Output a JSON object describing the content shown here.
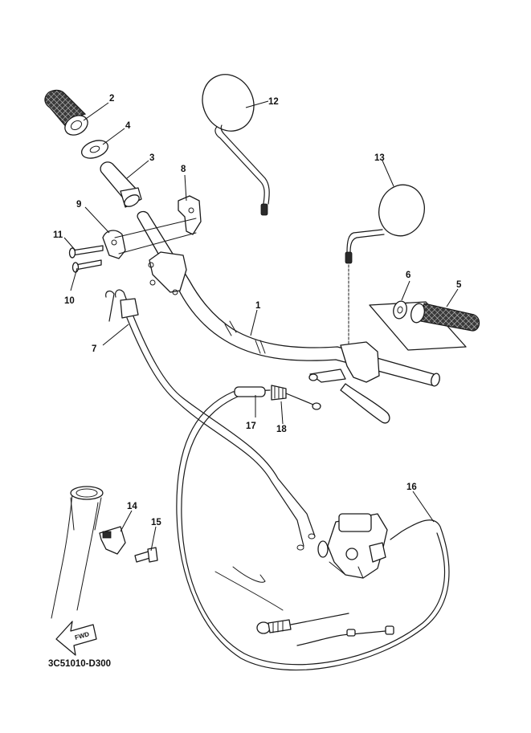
{
  "diagram": {
    "code": "3C51010-D300",
    "fwd_badge": "FWD",
    "callouts": [
      {
        "id": "1",
        "label": "1"
      },
      {
        "id": "2",
        "label": "2"
      },
      {
        "id": "3",
        "label": "3"
      },
      {
        "id": "4",
        "label": "4"
      },
      {
        "id": "5",
        "label": "5"
      },
      {
        "id": "6",
        "label": "6"
      },
      {
        "id": "7",
        "label": "7"
      },
      {
        "id": "8",
        "label": "8"
      },
      {
        "id": "9",
        "label": "9"
      },
      {
        "id": "10",
        "label": "10"
      },
      {
        "id": "11",
        "label": "11"
      },
      {
        "id": "12",
        "label": "12"
      },
      {
        "id": "13",
        "label": "13"
      },
      {
        "id": "14",
        "label": "14"
      },
      {
        "id": "15",
        "label": "15"
      },
      {
        "id": "16",
        "label": "16"
      },
      {
        "id": "17",
        "label": "17"
      },
      {
        "id": "18",
        "label": "18"
      }
    ]
  }
}
